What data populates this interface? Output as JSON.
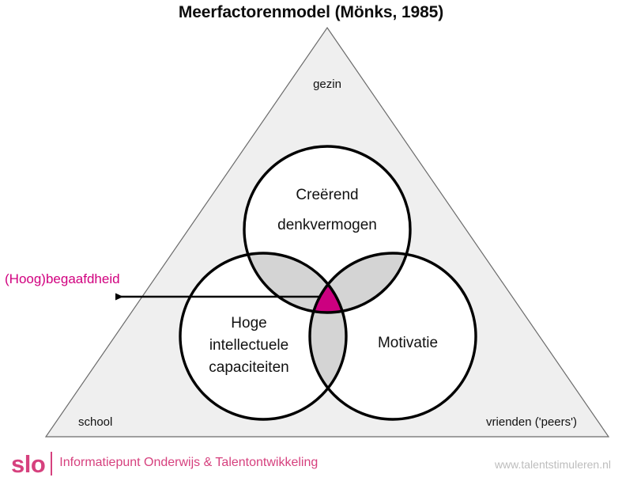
{
  "diagram": {
    "title": "Meerfactorenmodel (Mönks, 1985)",
    "type": "venn-in-triangle",
    "environment_triangle": {
      "name": "omgevingsfactoren",
      "fill": "#efefef",
      "stroke": "#6b6b6b",
      "corners": [
        {
          "id": "top",
          "label": "gezin"
        },
        {
          "id": "bottom-left",
          "label": "school"
        },
        {
          "id": "bottom-right",
          "label": "vrienden ('peers')"
        }
      ]
    },
    "circles": [
      {
        "id": "top",
        "label_lines": [
          "Creërend",
          "denkvermogen"
        ],
        "stroke": "#000000",
        "fill": "#ffffff"
      },
      {
        "id": "left",
        "label_lines": [
          "Hoge",
          "intellectuele",
          "capaciteiten"
        ],
        "stroke": "#000000",
        "fill": "#ffffff"
      },
      {
        "id": "right",
        "label_lines": [
          "Motivatie"
        ],
        "stroke": "#000000",
        "fill": "#ffffff"
      }
    ],
    "pairwise_overlap": {
      "fill": "#d4d4d4",
      "stroke": "#8c8c8c"
    },
    "center_overlap": {
      "fill": "#cc0080",
      "label": "(Hoog)begaafdheid"
    },
    "callout": {
      "label": "(Hoog)begaafdheid",
      "color": "#d1007f",
      "arrow_color": "#000000",
      "arrow_direction": "left"
    }
  },
  "footer": {
    "logo": "slo",
    "tagline": "Informatiepunt Onderwijs & Talentontwikkeling",
    "url": "www.talentstimuleren.nl",
    "brand_color": "#d6417e",
    "url_color": "#bdbdbd"
  }
}
